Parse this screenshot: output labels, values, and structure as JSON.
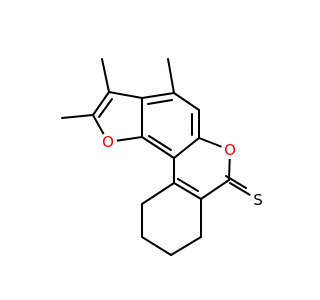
{
  "molecule": {
    "atoms": {
      "furan_oxygen": {
        "symbol": "O",
        "color": "#FF0000"
      },
      "pyran_oxygen": {
        "symbol": "O",
        "color": "#FF0000"
      },
      "thione_sulfur": {
        "symbol": "S",
        "color": "#000000"
      }
    },
    "bond_color": "#000000"
  }
}
